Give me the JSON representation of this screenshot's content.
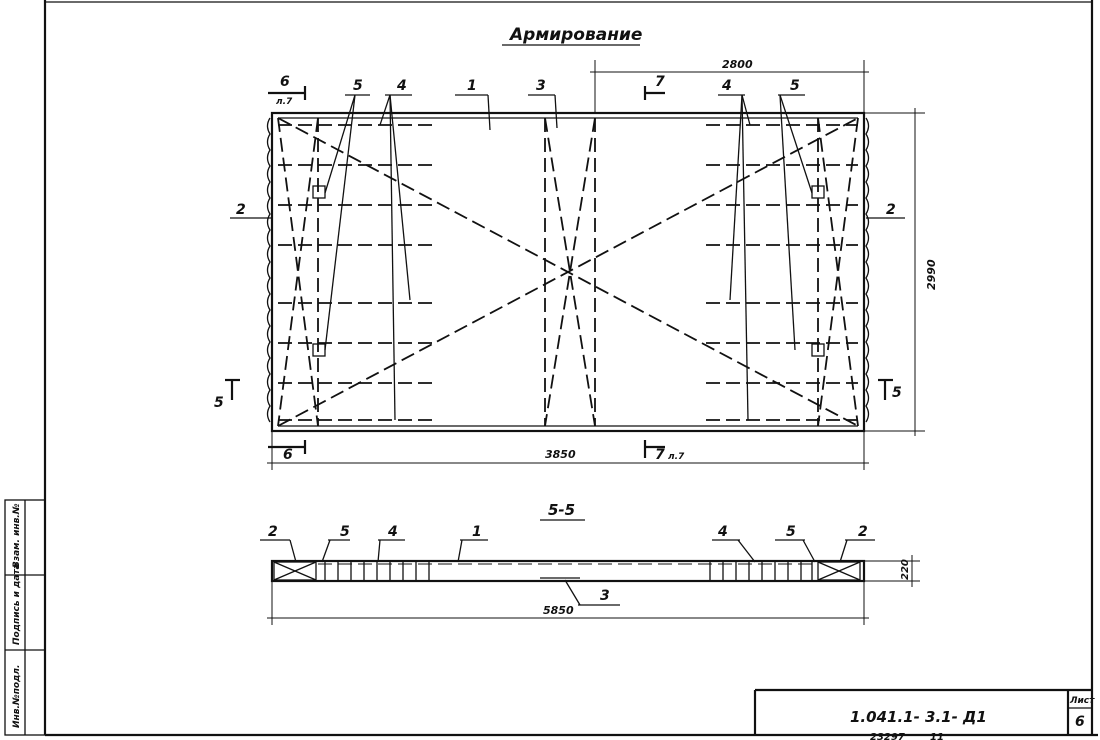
{
  "title": "Армирование",
  "plan": {
    "dim_top": "2800",
    "dim_right": "2990",
    "dim_bottom": "3850",
    "section_6_top": "6",
    "section_6_top_sheet": "л.7",
    "section_6_bottom": "6",
    "section_7_top": "7",
    "section_7_bottom": "7",
    "section_7_bottom_sheet": "л.7",
    "section_5_left": "5",
    "section_5_right": "5",
    "callouts": {
      "c1": "1",
      "c2_left": "2",
      "c2_right": "2",
      "c3": "3",
      "c4_left": "4",
      "c4_right": "4",
      "c5_left": "5",
      "c5_right": "5"
    }
  },
  "section": {
    "title": "5-5",
    "dim_height": "220",
    "dim_length": "5850",
    "callouts": {
      "c2_left": "2",
      "c5_left": "5",
      "c4_left": "4",
      "c1": "1",
      "c4_right": "4",
      "c5_right": "5",
      "c2_right": "2",
      "c3": "3"
    }
  },
  "side_stamp": {
    "col1": "Инв.№подл.",
    "col2": "Подпись и дата",
    "col3": "Взам. инв.№"
  },
  "title_block": {
    "doc_code": "1.041.1- 3.1- Д1",
    "sheet_label": "Лист",
    "sheet_number": "6",
    "footer_number": "23297",
    "footer_sub": "11"
  }
}
